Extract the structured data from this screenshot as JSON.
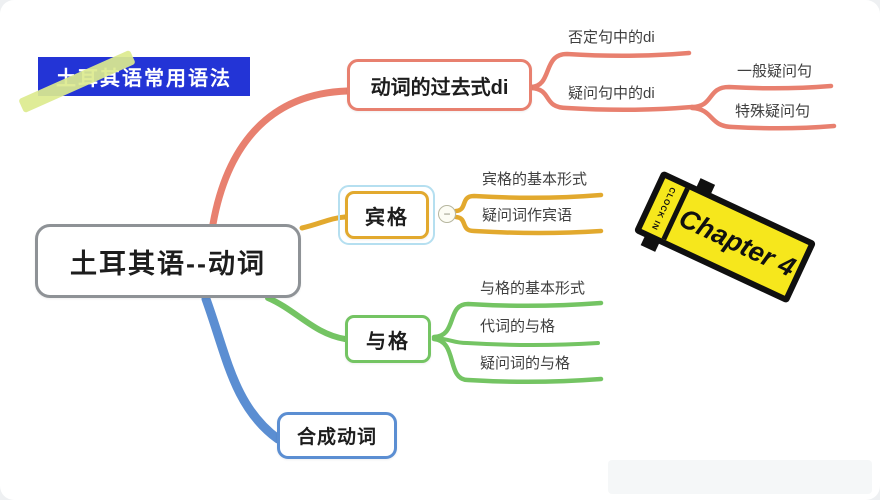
{
  "title": {
    "label": "土耳其语常用语法"
  },
  "root": {
    "label": "土耳其语--动词"
  },
  "branches": [
    {
      "name": "past-tense",
      "label": "动词的过去式di",
      "children": [
        {
          "label": "否定句中的di"
        },
        {
          "label": "疑问句中的di",
          "children": [
            {
              "label": "一般疑问句"
            },
            {
              "label": "特殊疑问句"
            }
          ]
        }
      ]
    },
    {
      "name": "accusative",
      "label": "宾格",
      "selected": true,
      "collapse_toggle": "−",
      "children": [
        {
          "label": "宾格的基本形式"
        },
        {
          "label": "疑问词作宾语"
        }
      ]
    },
    {
      "name": "dative",
      "label": "与格",
      "children": [
        {
          "label": "与格的基本形式"
        },
        {
          "label": "代词的与格"
        },
        {
          "label": "疑问词的与格"
        }
      ]
    },
    {
      "name": "compound-verb",
      "label": "合成动词",
      "children": []
    }
  ],
  "badge": {
    "chapter": "Chapter 4",
    "stamp": "CLOCK IN"
  },
  "colors": {
    "branch_past": "#e8806f",
    "branch_accusative": "#e2a92e",
    "branch_dative": "#74c463",
    "branch_compound": "#5b8ed2",
    "root_border": "#8e9296",
    "title_bg": "#2334d6",
    "highlighter": "#dcea8e",
    "badge_bg": "#f6e71c",
    "selection_outline": "#b5dff0"
  }
}
